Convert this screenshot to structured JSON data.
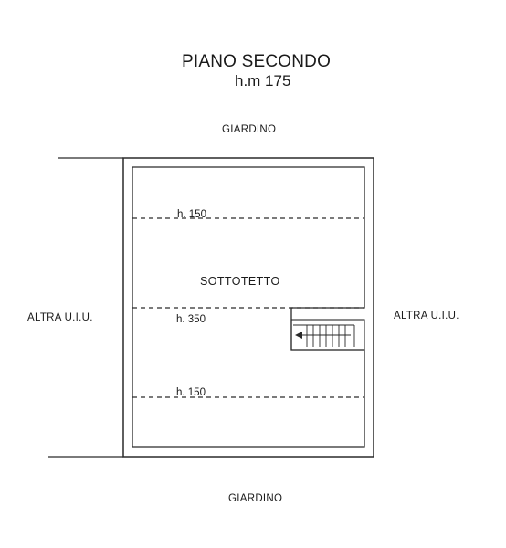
{
  "header": {
    "title": "PIANO SECONDO",
    "subtitle": "h.m 175"
  },
  "surroundings": {
    "top": "GIARDINO",
    "bottom": "GIARDINO",
    "left": "ALTRA U.I.U.",
    "right": "ALTRA U.I.U."
  },
  "room": {
    "name": "SOTTOTETTO",
    "heights": [
      "h. 150",
      "h. 350",
      "h. 150"
    ]
  },
  "colors": {
    "line": "#2a2a2a",
    "text": "#1a1a1a"
  },
  "icons": {
    "stairs": "stair-arrow-icon"
  }
}
